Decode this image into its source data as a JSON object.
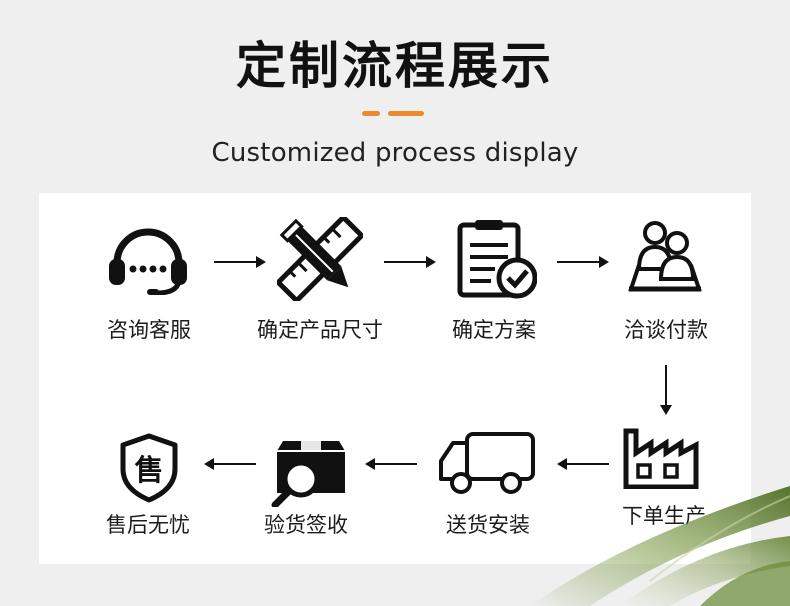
{
  "header": {
    "title": "定制流程展示",
    "subtitle": "Customized process display"
  },
  "colors": {
    "accent": "#ee8a2c",
    "icon": "#111111",
    "background": "#efefef",
    "panel": "#ffffff"
  },
  "steps": [
    {
      "label": "咨询客服",
      "icon": "headset-icon"
    },
    {
      "label": "确定产品尺寸",
      "icon": "ruler-pencil-icon"
    },
    {
      "label": "确定方案",
      "icon": "clipboard-check-icon"
    },
    {
      "label": "洽谈付款",
      "icon": "meeting-users-icon"
    },
    {
      "label": "下单生产",
      "icon": "factory-icon"
    },
    {
      "label": "送货安装",
      "icon": "delivery-truck-icon"
    },
    {
      "label": "验货签收",
      "icon": "box-magnifier-icon"
    },
    {
      "label": "售后无忧",
      "icon": "shield-badge-icon"
    }
  ],
  "badge": {
    "text": "售"
  }
}
